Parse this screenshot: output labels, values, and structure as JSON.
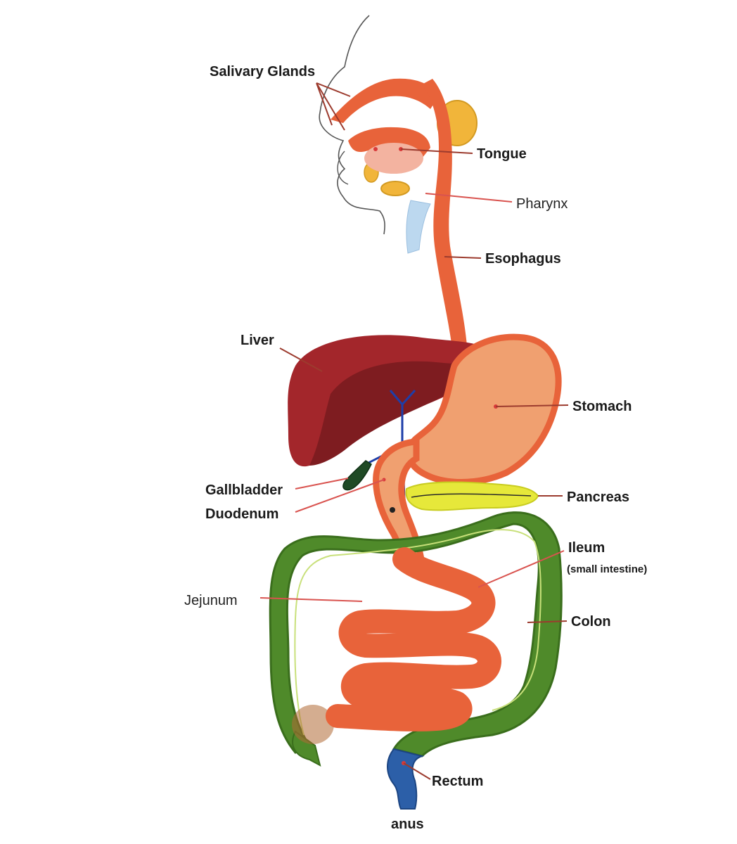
{
  "labels": {
    "salivary_glands": "Salivary Glands",
    "tongue": "Tongue",
    "pharynx": "Pharynx",
    "esophagus": "Esophagus",
    "liver": "Liver",
    "stomach": "Stomach",
    "gallbladder": "Gallbladder",
    "duodenum": "Duodenum",
    "pancreas": "Pancreas",
    "ileum": "Ileum",
    "ileum_sub": "(small intestine)",
    "jejunum": "Jejunum",
    "colon": "Colon",
    "rectum": "Rectum",
    "anus": "anus"
  },
  "colors": {
    "tract": "#e8633a",
    "tract_light": "#f08a5a",
    "stomach_fill": "#f0a070",
    "liver": "#a3262b",
    "liver_dark": "#7e1c20",
    "gland": "#f1b53a",
    "colon": "#4f8a2a",
    "colon_light": "#6fa83c",
    "rectum": "#2c5fa8",
    "gallbladder": "#1f4a25",
    "pancreas": "#e6e83a",
    "duct": "#1e3ea8",
    "leader": "#d9534f"
  }
}
